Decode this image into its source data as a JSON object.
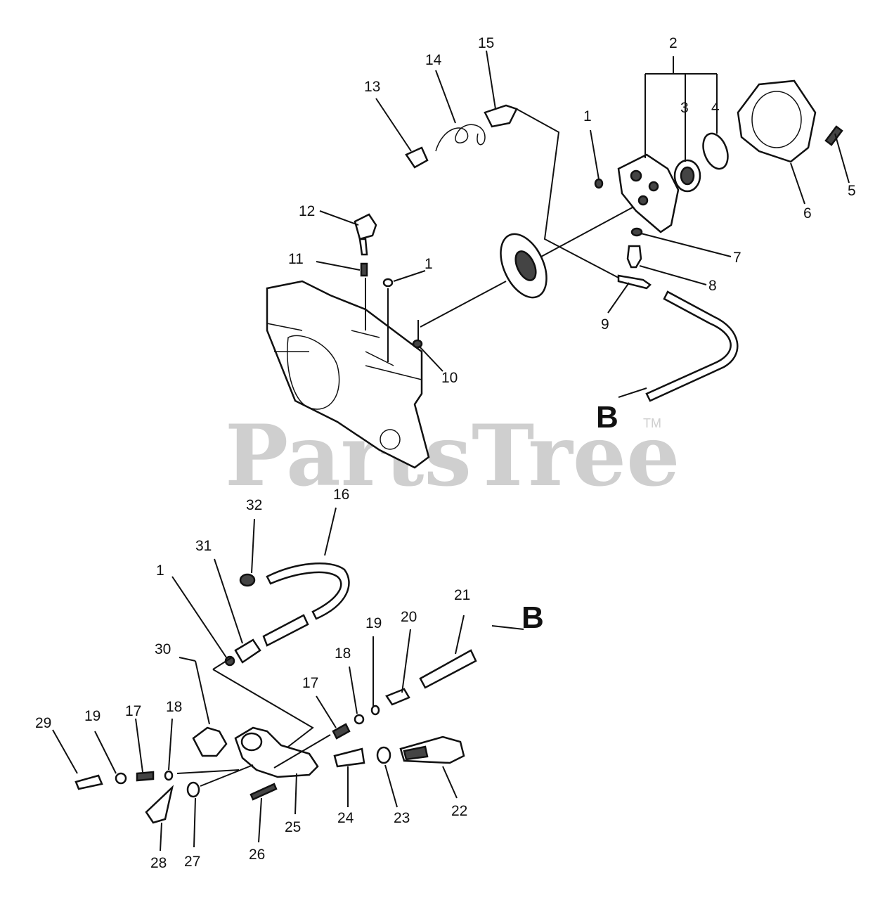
{
  "watermark": {
    "text": "PartsTree",
    "trademark": "TM"
  },
  "section_labels": [
    "B",
    "B"
  ],
  "callouts": [
    "1",
    "2",
    "3",
    "4",
    "5",
    "6",
    "7",
    "8",
    "9",
    "10",
    "11",
    "12",
    "13",
    "14",
    "15",
    "16",
    "17",
    "18",
    "19",
    "20",
    "21",
    "22",
    "23",
    "24",
    "25",
    "26",
    "27",
    "28",
    "29",
    "30",
    "31",
    "32",
    "1",
    "1",
    "17",
    "18",
    "19"
  ]
}
